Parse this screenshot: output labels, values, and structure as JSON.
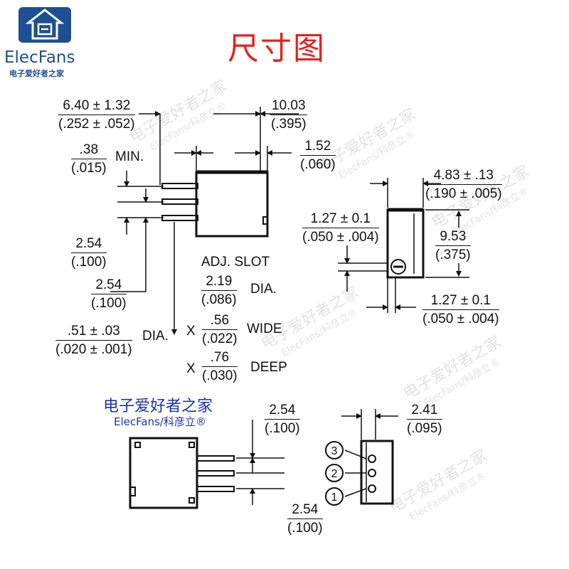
{
  "header": {
    "title": "尺寸图",
    "logo_text": "ElecFans",
    "logo_sub": "电子爱好者之家"
  },
  "brand": {
    "cn": "电子爱好者之家",
    "en": "ElecFans/科彦立®"
  },
  "watermark": {
    "cn": "电子爱好者之家",
    "en": "ElecFans/科彦立®"
  },
  "front_view": {
    "width_dim": {
      "top": "6.40 ± 1.32",
      "bottom": "(.252 ± .052)"
    },
    "depth_dim": {
      "top": "10.03",
      "bottom": "(.395)"
    },
    "min_dim": {
      "top": ".38",
      "bottom": "(.015)",
      "label": "MIN."
    },
    "slot_dim": {
      "top": "1.52",
      "bottom": "(.060)"
    },
    "pitch1_dim": {
      "top": "2.54",
      "bottom": "(.100)"
    },
    "pitch2_dim": {
      "top": "2.54",
      "bottom": "(.100)"
    },
    "pin_dia_dim": {
      "top": ".51 ± .03",
      "bottom": "(.020 ± .001)",
      "label": "DIA."
    },
    "adj_slot_label": "ADJ. SLOT",
    "slot_dia": {
      "top": "2.19",
      "bottom": "(.086)",
      "label": "DIA."
    },
    "slot_wide": {
      "prefix": "X",
      "top": ".56",
      "bottom": "(.022)",
      "label": "WIDE"
    },
    "slot_deep": {
      "prefix": "X",
      "top": ".76",
      "bottom": "(.030)",
      "label": "DEEP"
    }
  },
  "side_view": {
    "width_dim": {
      "top": "4.83 ± .13",
      "bottom": "(.190 ± .005)"
    },
    "offset_dim": {
      "top": "1.27 ± 0.1",
      "bottom": "(.050 ± .004)"
    },
    "height_dim": {
      "top": "9.53",
      "bottom": "(.375)"
    },
    "bottom_dim": {
      "top": "1.27 ± 0.1",
      "bottom": "(.050 ± .004)"
    }
  },
  "bottom_view": {
    "pitch_top": {
      "top": "2.54",
      "bottom": "(.100)"
    },
    "pitch_bottom": {
      "top": "2.54",
      "bottom": "(.100)"
    },
    "row_dim": {
      "top": "2.41",
      "bottom": "(.095)"
    },
    "pins": [
      "3",
      "2",
      "1"
    ]
  }
}
